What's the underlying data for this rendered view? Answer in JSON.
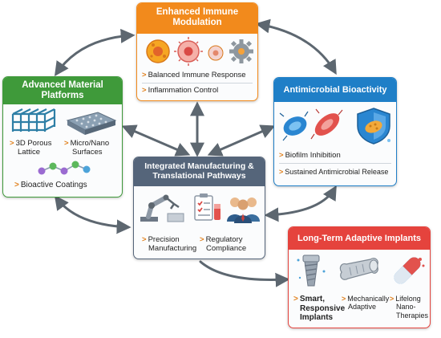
{
  "nodes": {
    "immune": {
      "title_line1": "Enhanced Immune",
      "title_line2": "Modulation",
      "items": [
        "Balanced Immune Response",
        "Inflammation Control"
      ]
    },
    "materials": {
      "title_line1": "Advanced Material",
      "title_line2": "Platforms",
      "items": [
        "3D Porous",
        "Lattice",
        "Micro/Nano",
        "Surfaces",
        "Bioactive Coatings"
      ]
    },
    "antimicrobial": {
      "title": "Antimicrobial Bioactivity",
      "items": [
        "Biofilm Inhibition",
        "Sustained Antimicrobial Release"
      ]
    },
    "manufacturing": {
      "title_line1": "Integrated Manufacturing &",
      "title_line2": "Translational Pathways",
      "items": [
        "Precision",
        "Manufacturing",
        "Regulatory",
        "Compliance"
      ]
    },
    "implants": {
      "title": "Long-Term Adaptive Implants",
      "items": [
        "Smart,",
        "Responsive",
        "Implants",
        "Mechanically",
        "Adaptive",
        "Lifelong",
        "Nano-",
        "Therapies"
      ]
    }
  },
  "colors": {
    "immune": "#f28a1c",
    "materials": "#3f9a3a",
    "antimicrobial": "#1f7fc7",
    "manufacturing": "#55657a",
    "implants": "#e5433d",
    "arrow": "#5d6770",
    "bullet": "#e1801c"
  },
  "icons": [
    "immune-cells-icon",
    "gear-icon",
    "lattice-icon",
    "nano-surface-icon",
    "molecule-icon",
    "bacteria-icon",
    "shield-icon",
    "robot-arm-icon",
    "checklist-icon",
    "people-icon",
    "dental-implant-icon",
    "bone-scaffold-icon",
    "capsule-icon"
  ]
}
